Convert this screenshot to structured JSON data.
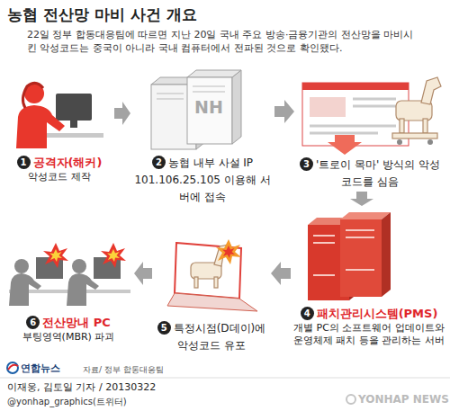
{
  "diagram": {
    "title": "농협 전산망 마비 사건 개요",
    "nodes": [
      {
        "text": [
          "1",
          "공격자(해커)",
          "악성코드 제작"
        ]
      },
      {
        "text": [
          "2",
          "농협 내부 사설 IP 101.106.25.105 이용해 서버에 접속"
        ]
      },
      {
        "text": [
          "3",
          "'트로이 목마' 방식의 악성코드를 심음"
        ]
      },
      {
        "text": [
          "4",
          "패치관리시스템(PMS)",
          "개별 PC의 소프트웨어 업데이트와 운영체제 패치 등을 관리하는 서버"
        ]
      },
      {
        "text": [
          "5",
          "특정시점(D데이)에 악성코드 유포"
        ]
      },
      {
        "text": [
          "6",
          "전산망내 PC",
          "부팅영역(MBR) 파괴"
        ]
      }
    ],
    "edges": [
      {
        "from": 0,
        "to": 1,
        "arrow": "to"
      },
      {
        "from": 1,
        "to": 2,
        "arrow": "to"
      },
      {
        "from": 2,
        "to": 3,
        "arrow": "to"
      },
      {
        "from": 3,
        "to": 4,
        "arrow": "to"
      },
      {
        "from": 4,
        "to": 5,
        "arrow": "to"
      }
    ],
    "labels": [
      "22일 정부 합동대응팀에 따르면 지난 20일 국내 주요 방송·금융기관의 전산망을 마비시킨 악성코드는 중국이 아니라 국내 컴퓨터에서 전파된 것으로 확인됐다.",
      "NH",
      "연합뉴스",
      "자료/ 정부 합동대응팀",
      "이재웅, 김토일 기자 / 20130322",
      "@yonhap_graphics(트위터)",
      "YONHAP NEWS"
    ]
  }
}
